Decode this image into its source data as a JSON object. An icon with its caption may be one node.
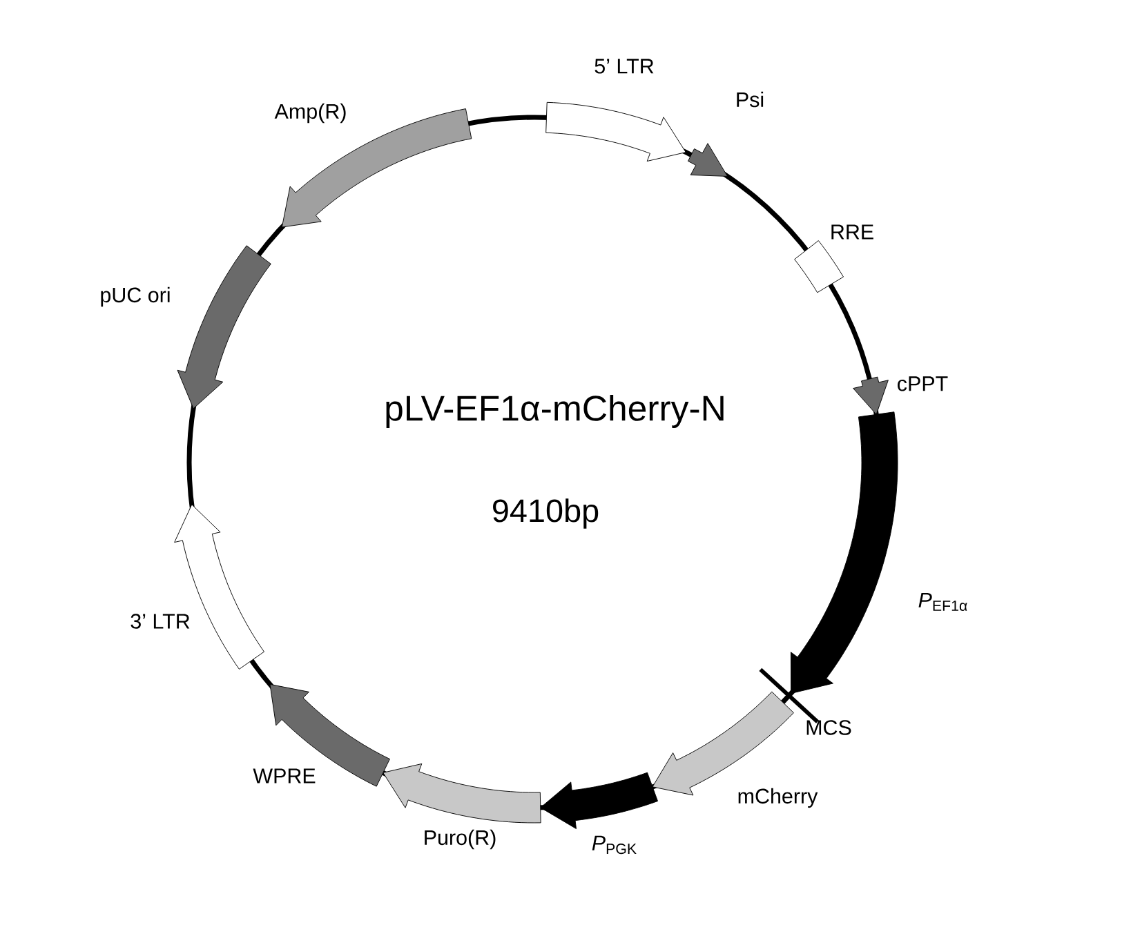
{
  "diagram": {
    "title": "pLV-EF1α-mCherry-N",
    "nodes": [
      {
        "text": [
          "5’ LTR"
        ]
      },
      {
        "text": [
          "Psi"
        ]
      },
      {
        "text": [
          "RRE"
        ]
      },
      {
        "text": [
          "cPPT"
        ]
      },
      {
        "text": [
          "*P*$_{EF1α}$"
        ]
      },
      {
        "text": [
          "MCS"
        ]
      },
      {
        "text": [
          "mCherry"
        ]
      },
      {
        "text": [
          "*P*$_{PGK}$"
        ]
      },
      {
        "text": [
          "Puro(R)"
        ]
      },
      {
        "text": [
          "WPRE"
        ]
      },
      {
        "text": [
          "3’ LTR"
        ]
      },
      {
        "text": [
          "pUC ori"
        ]
      },
      {
        "text": [
          "Amp(R)"
        ]
      }
    ],
    "labels": [
      "9410bp"
    ]
  }
}
